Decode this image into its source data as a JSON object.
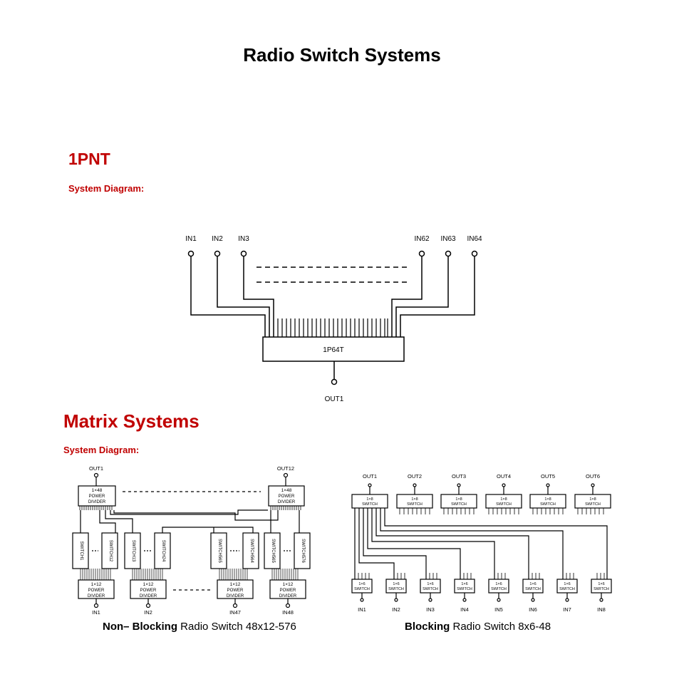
{
  "page": {
    "title": "Radio Switch Systems",
    "section1_heading": "1PNT",
    "section1_subheading": "System Diagram:",
    "section2_heading": "Matrix Systems",
    "section2_subheading": "System Diagram:"
  },
  "colors": {
    "heading_red": "#c00000",
    "line": "#000000"
  },
  "diagram_1pnt": {
    "inputs_left": [
      "IN1",
      "IN2",
      "IN3"
    ],
    "inputs_right": [
      "IN62",
      "IN63",
      "IN64"
    ],
    "switch_label": "1P64T",
    "output_label": "OUT1"
  },
  "diagram_nonblocking": {
    "outputs": [
      "OUT1",
      "OUT12"
    ],
    "top_box": [
      "1×48",
      "POWER",
      "DIVIDER"
    ],
    "switches": [
      "SWITCH1",
      "SWITCH12",
      "SWITCH13",
      "SWITCH24",
      "SWITCH565",
      "SWITCH564",
      "SWITCH565",
      "SWITCH576"
    ],
    "bottom_box": [
      "1×12",
      "POWER",
      "DIVIDER"
    ],
    "inputs": [
      "IN1",
      "IN2",
      "IN47",
      "IN48"
    ],
    "caption_bold": "Non– Blocking",
    "caption_rest": " Radio Switch 48x12-576"
  },
  "diagram_blocking": {
    "outputs": [
      "OUT1",
      "OUT2",
      "OUT3",
      "OUT4",
      "OUT5",
      "OUT6"
    ],
    "top_box": [
      "1×8",
      "SWITCH"
    ],
    "inputs": [
      "IN1",
      "IN2",
      "IN3",
      "IN4",
      "IN5",
      "IN6",
      "IN7",
      "IN8"
    ],
    "bottom_box": [
      "1×6",
      "SWITCH"
    ],
    "caption_bold": "Blocking",
    "caption_rest": " Radio Switch 8x6-48"
  }
}
